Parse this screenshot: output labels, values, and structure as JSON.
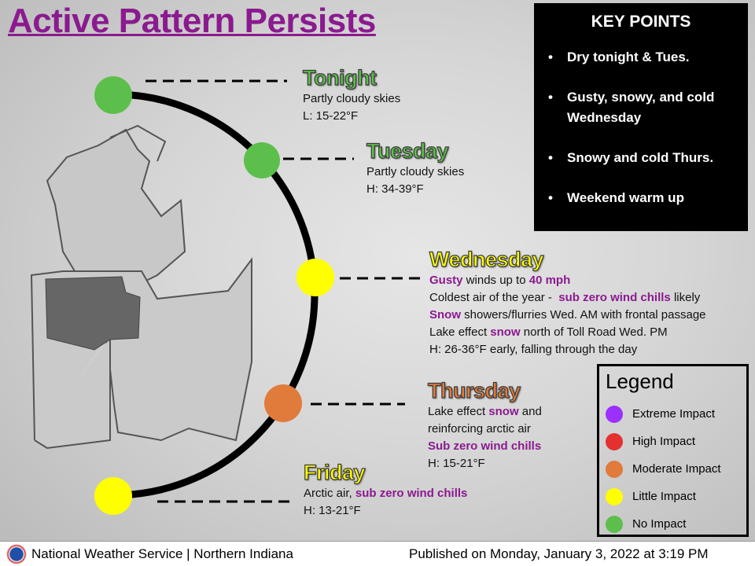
{
  "title": "Active Pattern Persists",
  "key_points": {
    "heading": "KEY POINTS",
    "items": [
      "Dry tonight & Tues.",
      "Gusty, snowy, and cold Wednesday",
      "Snowy and cold Thurs.",
      "Weekend warm up"
    ]
  },
  "days": {
    "tonight": {
      "name": "Tonight",
      "color": "#5cbf4b",
      "lines": [
        "Partly cloudy skies",
        "L: 15-22°F"
      ]
    },
    "tuesday": {
      "name": "Tuesday",
      "color": "#5cbf4b",
      "lines": [
        "Partly cloudy skies",
        "H: 34-39°F"
      ]
    },
    "wednesday": {
      "name": "Wednesday",
      "color": "#ffff00",
      "l1a": "Gusty",
      "l1b": " winds up to ",
      "l1c": "40 mph",
      "l2a": "Coldest air of the year -  ",
      "l2b": "sub zero wind chills",
      "l2c": " likely",
      "l3a": "Snow",
      "l3b": " showers/flurries Wed. AM with frontal passage",
      "l4a": "Lake effect ",
      "l4b": "snow",
      "l4c": " north of Toll Road Wed. PM",
      "l5": "H: 26-36°F early, falling through the day"
    },
    "thursday": {
      "name": "Thursday",
      "color": "#e07b3c",
      "l1a": "Lake effect ",
      "l1b": "snow",
      "l1c": " and",
      "l2": "reinforcing arctic air",
      "l3": "Sub zero wind chills",
      "l4": "H: 15-21°F"
    },
    "friday": {
      "name": "Friday",
      "color": "#ffff00",
      "l1a": "Arctic air, ",
      "l1b": "sub zero wind chills",
      "l2": "H: 13-21°F"
    }
  },
  "legend": {
    "title": "Legend",
    "items": [
      {
        "label": "Extreme Impact",
        "color": "#9b30ff"
      },
      {
        "label": "High Impact",
        "color": "#e53030"
      },
      {
        "label": "Moderate Impact",
        "color": "#e07b3c"
      },
      {
        "label": "Little Impact",
        "color": "#ffff00"
      },
      {
        "label": "No Impact",
        "color": "#5cbf4b"
      }
    ]
  },
  "footer": {
    "left": "National Weather Service | Northern Indiana",
    "right": "Published on Monday, January 3, 2022 at 3:19 PM"
  }
}
